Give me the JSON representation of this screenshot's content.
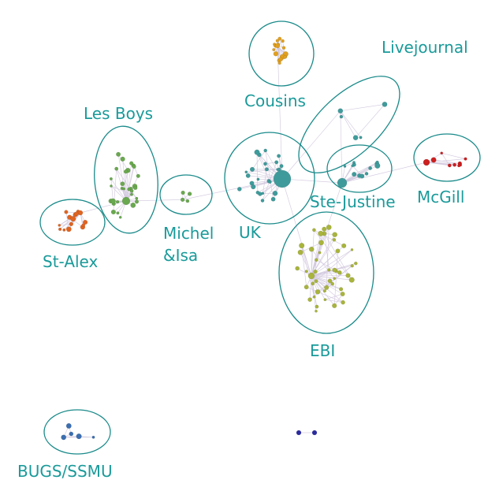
{
  "labels": {
    "cousins": "Cousins",
    "livejournal": "Livejournal",
    "les_boys": "Les Boys",
    "mcgill": "McGill",
    "ste_justine": "Ste-Justine",
    "uk": "UK",
    "michel_line1": "Michel",
    "michel_line2": "&Isa",
    "st_alex": "St-Alex",
    "ebi": "EBI",
    "bugs_ssmu": "BUGS/SSMU"
  },
  "colors": {
    "cousins": "#e0a020",
    "livejournal": "#3f9b9b",
    "uk": "#3f9b9b",
    "ste_justine": "#3f9b9b",
    "mcgill": "#cc1f1f",
    "les_boys": "#6aa84f",
    "michel_isa": "#6aa84f",
    "st_alex": "#e06420",
    "ebi": "#a8b43c",
    "bugs_ssmu": "#3b6eb0",
    "isolated_pair": "#2a2aa0",
    "label_text": "#1a9a9a",
    "ring_stroke": "#1a8a8a",
    "edge": "#d2c8de"
  }
}
